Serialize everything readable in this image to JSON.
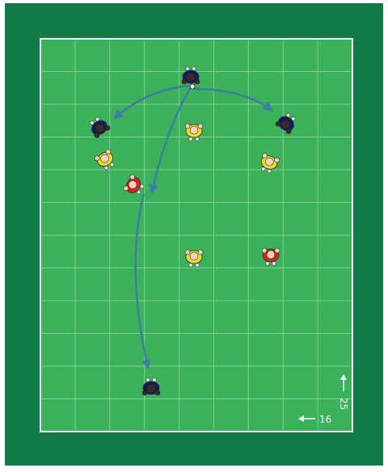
{
  "colors": {
    "outer_background": "#0f7a45",
    "pitch": "#3cb15c",
    "grid_line": "#7ccf8e",
    "boundary": "#ffffff",
    "arrow": "#3a7fa0",
    "team_navy": "#101a63",
    "team_yellow": "#f5dc2a",
    "team_red": "#d42420",
    "skin_dark": "#3a2a22",
    "skin_light": "#f3d4b6"
  },
  "pitch": {
    "dimension_vertical": "25",
    "dimension_horizontal": "16"
  },
  "players": [
    {
      "id": "navy-center-top",
      "team": "navy",
      "skin": "dark"
    },
    {
      "id": "navy-left",
      "team": "navy",
      "skin": "dark"
    },
    {
      "id": "navy-right",
      "team": "navy",
      "skin": "dark"
    },
    {
      "id": "navy-bottom",
      "team": "navy",
      "skin": "dark"
    },
    {
      "id": "yellow-top-center",
      "team": "yellow",
      "skin": "light"
    },
    {
      "id": "yellow-left",
      "team": "yellow",
      "skin": "light"
    },
    {
      "id": "yellow-right",
      "team": "yellow",
      "skin": "light"
    },
    {
      "id": "yellow-middle",
      "team": "yellow",
      "skin": "light"
    },
    {
      "id": "red-left",
      "team": "red",
      "skin": "light"
    },
    {
      "id": "red-right",
      "team": "red",
      "skin": "light"
    }
  ],
  "passes": [
    {
      "from": "navy-center-top",
      "to": "navy-left"
    },
    {
      "from": "navy-center-top",
      "to": "navy-right"
    },
    {
      "from": "navy-center-top",
      "to": "red-left"
    },
    {
      "from": "red-left",
      "to": "navy-bottom"
    }
  ]
}
